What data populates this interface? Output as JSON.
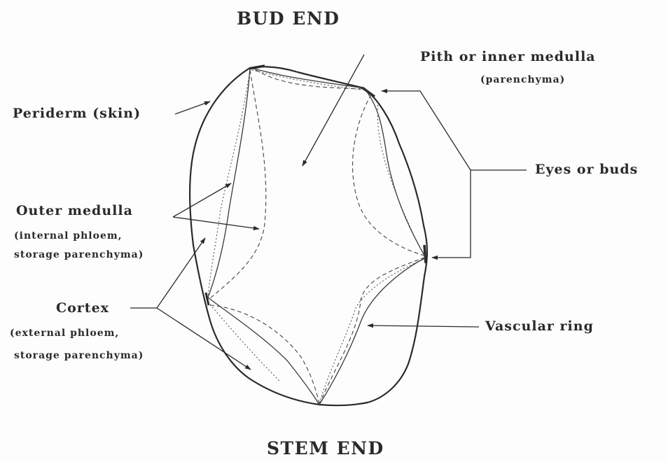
{
  "labels": {
    "bud_end": "BUD END",
    "stem_end": "STEM END",
    "pith": "Pith or inner medulla",
    "pith_sub": "(parenchyma)",
    "periderm": "Periderm (skin)",
    "eyes": "Eyes or buds",
    "outer_medulla": "Outer medulla",
    "outer_medulla_sub1": "(internal phloem,",
    "outer_medulla_sub2": "storage parenchyma)",
    "cortex": "Cortex",
    "cortex_sub1": "(external phloem,",
    "cortex_sub2": "storage parenchyma)",
    "vascular_ring": "Vascular ring"
  },
  "colors": {
    "ink": "#2a2a2a",
    "background": "#fdfdfd"
  }
}
